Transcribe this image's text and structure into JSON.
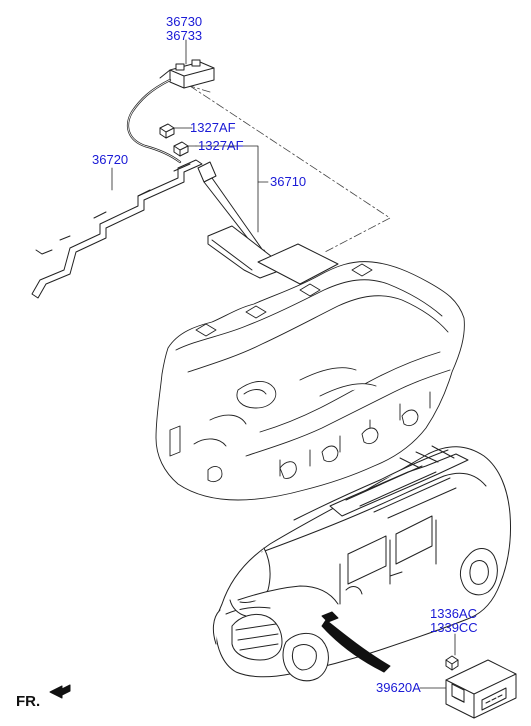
{
  "callouts": {
    "c36730": "36730",
    "c36733": "36733",
    "c1327af_a": "1327AF",
    "c1327af_b": "1327AF",
    "c36720": "36720",
    "c36710": "36710",
    "c1336ac": "1336AC",
    "c1339cc": "1339CC",
    "c39620a": "39620A"
  },
  "front_marker": "FR.",
  "colors": {
    "callout_text": "#1a1ad6",
    "line": "#222222",
    "background": "#ffffff"
  }
}
